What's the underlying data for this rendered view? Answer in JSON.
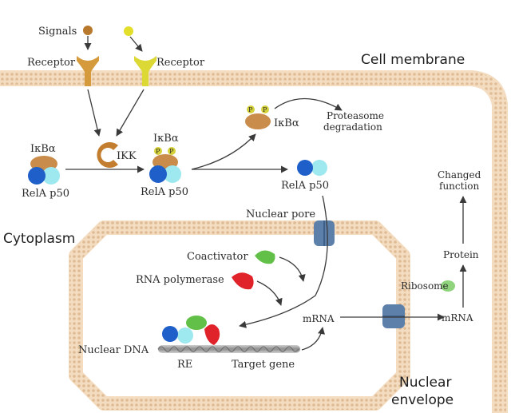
{
  "labels": {
    "signals": "Signals",
    "receptor_left": "Receptor",
    "receptor_right": "Receptor",
    "cell_membrane": "Cell membrane",
    "ikba_left": "IκBα",
    "rela_p50_left": "RelA  p50",
    "ikk": "IKK",
    "ikba_mid": "IκBα",
    "rela_p50_mid": "RelA  p50",
    "ikba_top": "IκBα",
    "proteasome_line1": "Proteasome",
    "proteasome_line2": "degradation",
    "rela_p50_right": "RelA  p50",
    "changed_line1": "Changed",
    "changed_line2": "function",
    "cytoplasm": "Cytoplasm",
    "nuclear_pore": "Nuclear pore",
    "coactivator": "Coactivator",
    "rna_polymerase": "RNA polymerase",
    "protein": "Protein",
    "ribosome": "Ribosome",
    "mrna_nucleus": "mRNA",
    "mrna_cytoplasm": "mRNA",
    "nuclear_dna": "Nuclear DNA",
    "re": "RE",
    "target_gene": "Target gene",
    "nuclear_line1": "Nuclear",
    "nuclear_line2": "envelope",
    "phospho_1": "P",
    "phospho_2": "P",
    "phospho_3": "P",
    "phospho_4": "P"
  },
  "colors": {
    "membrane_fill": "#f4dcc0",
    "membrane_dots": "#dcb78f",
    "signal_left": "#b9792c",
    "signal_right": "#e2de2a",
    "receptor_left": "#d49a3c",
    "receptor_right": "#dcd836",
    "ikba": "#c98c4a",
    "rela": "#1f5fc9",
    "p50": "#9ee8ef",
    "phospho": "#d6d23a",
    "ikk": "#c27d2e",
    "pore": "#5d80aa",
    "coactivator": "#62c048",
    "rna_polymerase": "#e0232a",
    "ribosome": "#8fd47c"
  }
}
